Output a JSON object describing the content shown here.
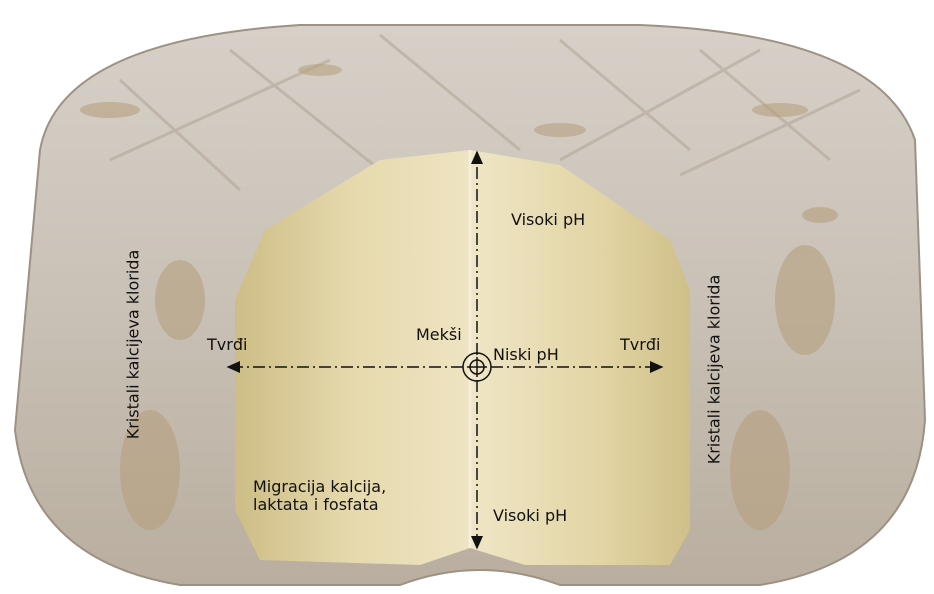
{
  "labels": {
    "top_ph": "Visoki pH",
    "bottom_ph": "Visoki pH",
    "center_ph": "Niski pH",
    "softer": "Mekši",
    "harder_left": "Tvrđi",
    "harder_right": "Tvrđi",
    "crystals_left": "Kristali  kalcijeva klorida",
    "crystals_right": "Kristali  kalcijeva klorida",
    "migration_line1": "Migracija kalcija,",
    "migration_line2": "laktata i fosfata"
  },
  "colors": {
    "rind": "#cdc6bd",
    "rind_dark": "#a89c8f",
    "paste": "#e8dcb2",
    "paste_shadow": "#d3c38c",
    "annotation": "#111111"
  }
}
